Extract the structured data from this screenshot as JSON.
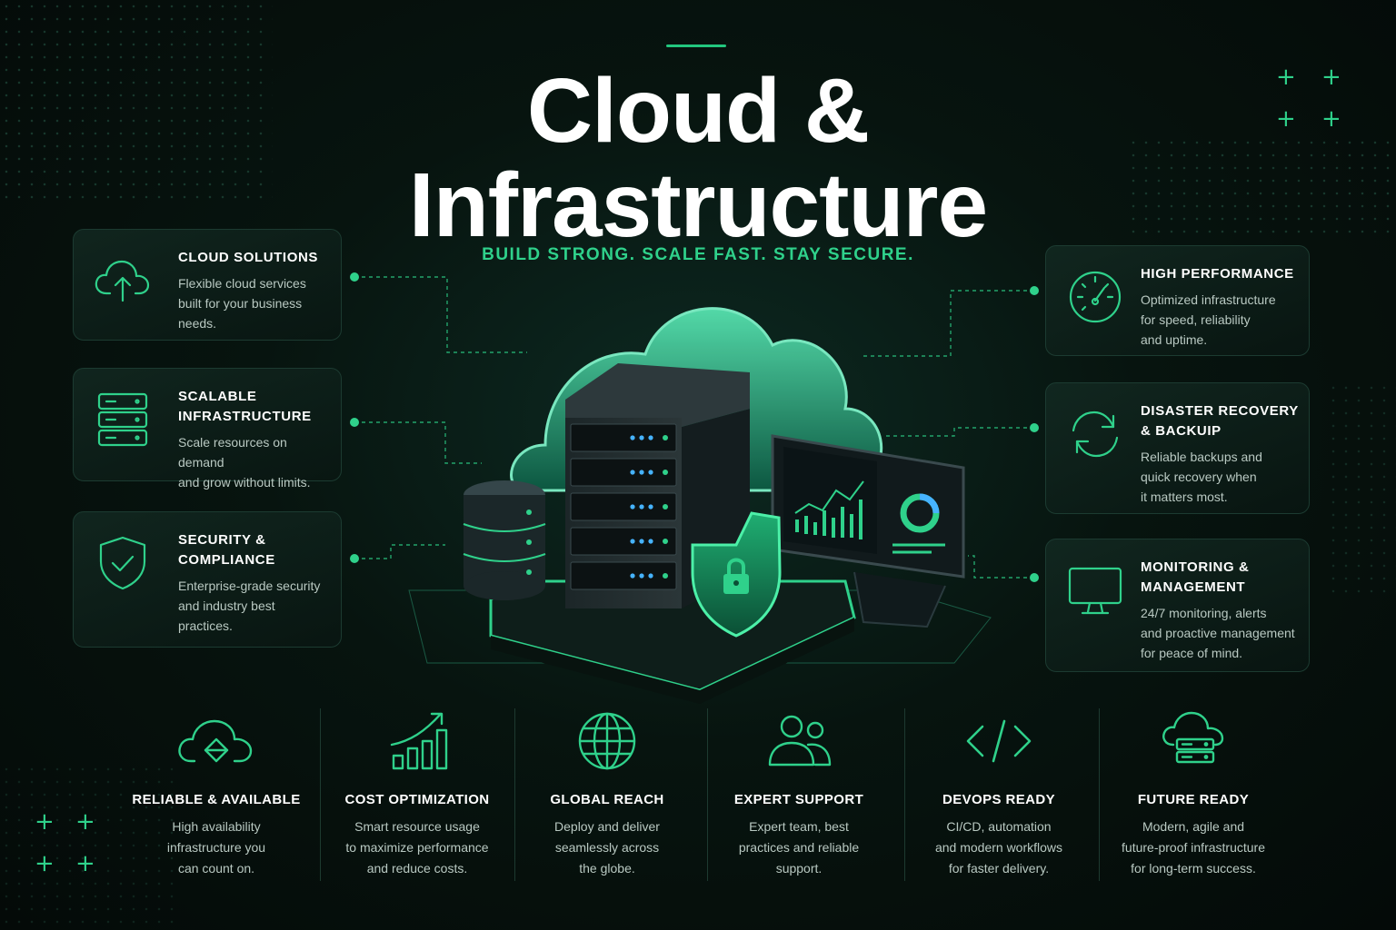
{
  "header": {
    "title_line1": "Cloud &",
    "title_line2": "Infrastructure",
    "tagline": "BUILD STRONG. SCALE FAST. STAY SECURE."
  },
  "colors": {
    "accent": "#2fd18b",
    "background": "#06110d",
    "card_border": "#1c3b31",
    "text_muted": "#b9c9c2"
  },
  "left_cards": [
    {
      "icon": "cloud-upload-icon",
      "title": "CLOUD SOLUTIONS",
      "desc": "Flexible cloud services\nbuilt for your business\nneeds."
    },
    {
      "icon": "server-stack-icon",
      "title": "SCALABLE\nINFRASTRUCTURE",
      "desc": "Scale resources on demand\nand grow without limits."
    },
    {
      "icon": "shield-check-icon",
      "title": "SECURITY &\nCOMPLIANCE",
      "desc": "Enterprise-grade security\nand industry best\npractices."
    }
  ],
  "right_cards": [
    {
      "icon": "speedometer-icon",
      "title": "HIGH PERFORMANCE",
      "desc": "Optimized infrastructure\nfor speed, reliability\nand uptime."
    },
    {
      "icon": "refresh-icon",
      "title": "DISASTER RECOVERY\n& BACKUIP",
      "desc": "Reliable backups and\nquick recovery when\nit matters most."
    },
    {
      "icon": "monitor-icon",
      "title": "MONITORING &\nMANAGEMENT",
      "desc": "24/7 monitoring, alerts\nand proactive management\nfor peace of mind."
    }
  ],
  "features": [
    {
      "icon": "cloud-sync-icon",
      "title": "RELIABLE & AVAILABLE",
      "desc": "High availability\ninfrastructure you\ncan count on."
    },
    {
      "icon": "growth-chart-icon",
      "title": "COST OPTIMIZATION",
      "desc": "Smart resource usage\nto maximize performance\nand reduce costs."
    },
    {
      "icon": "globe-icon",
      "title": "GLOBAL REACH",
      "desc": "Deploy and deliver\nseamlessly across\nthe globe."
    },
    {
      "icon": "users-icon",
      "title": "EXPERT SUPPORT",
      "desc": "Expert team, best\npractices and reliable\nsupport."
    },
    {
      "icon": "code-icon",
      "title": "DEVOPS READY",
      "desc": "CI/CD, automation\nand modern workflows\nfor faster delivery."
    },
    {
      "icon": "cloud-server-icon",
      "title": "FUTURE READY",
      "desc": "Modern, agile and\nfuture-proof infrastructure\nfor long-term success."
    }
  ],
  "hero": {
    "illustration": "cloud-server-illustration"
  }
}
